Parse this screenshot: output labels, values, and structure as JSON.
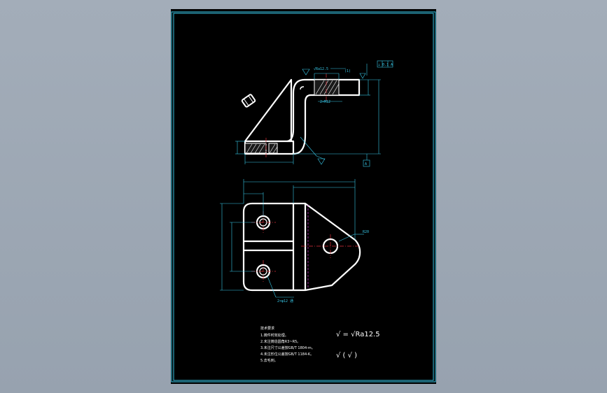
{
  "colors": {
    "background": "#9aa4b1",
    "sheet": "#000000",
    "border": "#37c6e6",
    "outline": "#ffffff",
    "dimension": "#37c6e6",
    "centerline": "#e0323c",
    "hidden_line": "#d03cd0"
  },
  "front_view": {
    "roughness_top": "√Ra12.5",
    "dim_tolerance": "⊥ 0.1 A",
    "datum_label": "A",
    "thread_callout": "2×M12",
    "depth_label": "(1)"
  },
  "top_view": {
    "hole_callout": "2×φ12 通",
    "radius_label": "R20"
  },
  "notes": {
    "title": "技术要求",
    "lines": [
      "1.铸件时效处理。",
      "2.未注铸造圆角R3~R5。",
      "3.未注尺寸公差按GB/T 1804-m。",
      "4.未注形位公差按GB/T 1184-K。",
      "5.去毛刺。"
    ]
  },
  "symbols": {
    "roughness_equation": "√ = √Ra12.5",
    "roughness_other": "√ ( √ )"
  }
}
